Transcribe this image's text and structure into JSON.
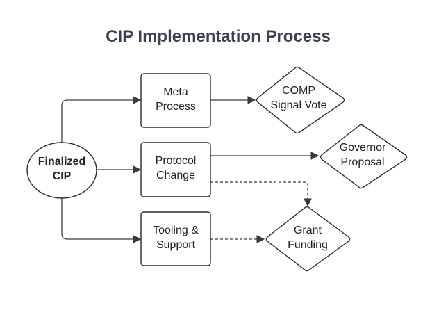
{
  "diagram": {
    "title": "CIP Implementation Process",
    "nodes": {
      "finalized": {
        "line1": "Finalized",
        "line2": "CIP"
      },
      "meta": {
        "line1": "Meta",
        "line2": "Process"
      },
      "protocol": {
        "line1": "Protocol",
        "line2": "Change"
      },
      "tooling": {
        "line1": "Tooling &",
        "line2": "Support"
      },
      "comp": {
        "line1": "COMP",
        "line2": "Signal Vote"
      },
      "governor": {
        "line1": "Governor",
        "line2": "Proposal"
      },
      "grant": {
        "line1": "Grant",
        "line2": "Funding"
      }
    },
    "edges": [
      {
        "from": "finalized",
        "to": "meta",
        "style": "solid"
      },
      {
        "from": "finalized",
        "to": "protocol",
        "style": "solid"
      },
      {
        "from": "finalized",
        "to": "tooling",
        "style": "solid"
      },
      {
        "from": "meta",
        "to": "comp",
        "style": "solid"
      },
      {
        "from": "protocol",
        "to": "governor",
        "style": "solid"
      },
      {
        "from": "protocol",
        "to": "grant",
        "style": "dashed"
      },
      {
        "from": "tooling",
        "to": "grant",
        "style": "dashed"
      }
    ],
    "colors": {
      "title": "#3a4150",
      "stroke": "#2b2b2b",
      "text": "#222222"
    }
  }
}
